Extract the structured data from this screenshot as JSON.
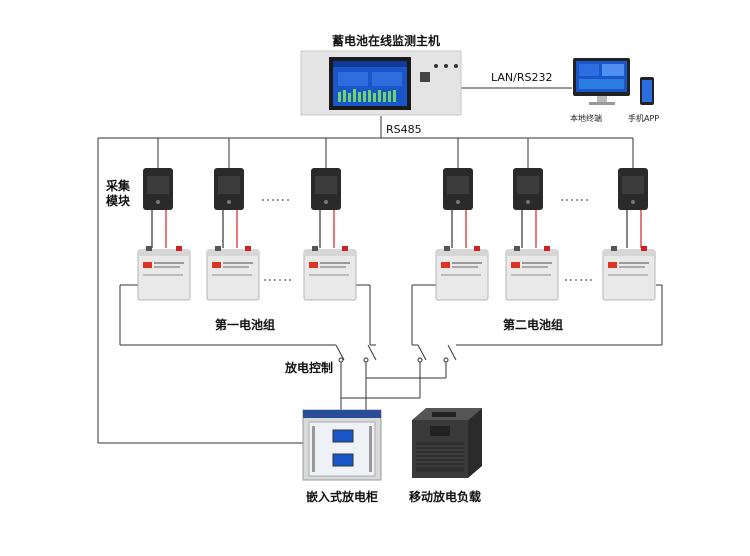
{
  "labels": {
    "host_title": "蓄电池在线监测主机",
    "lan_label": "LAN/RS232",
    "rs485_label": "RS485",
    "local_terminal": "本地终端",
    "mobile_app": "手机APP",
    "collector_line1": "采集",
    "collector_line2": "模块",
    "group1": "第一电池组",
    "group2": "第二电池组",
    "discharge_control": "放电控制",
    "cabinet": "嵌入式放电柜",
    "mobile_load": "移动放电负载",
    "ellipsis": "······"
  },
  "colors": {
    "line": "#333333",
    "device_frame": "#e4e4e4",
    "screen_blue": "#1b56c9",
    "module_body": "#2a2a2a",
    "battery_body": "#e9e9e9",
    "battery_wire_red": "#d12020",
    "cabinet_blue": "#2a4d9a",
    "load_body": "#3a3a3a"
  }
}
